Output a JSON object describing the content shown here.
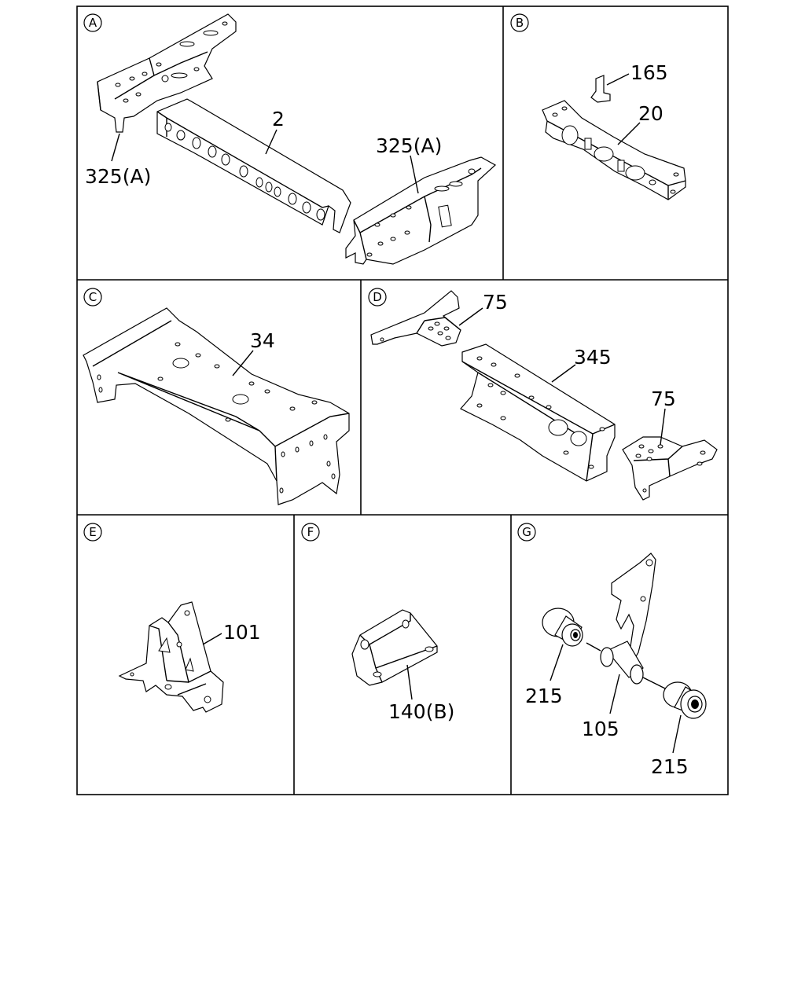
{
  "panels": [
    {
      "letter": "A",
      "callouts": [
        "325(A)",
        "2",
        "325(A)"
      ]
    },
    {
      "letter": "B",
      "callouts": [
        "165",
        "20"
      ]
    },
    {
      "letter": "C",
      "callouts": [
        "34"
      ]
    },
    {
      "letter": "D",
      "callouts": [
        "75",
        "345",
        "75"
      ]
    },
    {
      "letter": "E",
      "callouts": [
        "101"
      ]
    },
    {
      "letter": "F",
      "callouts": [
        "140(B)"
      ]
    },
    {
      "letter": "G",
      "callouts": [
        "215",
        "105",
        "215"
      ]
    }
  ]
}
